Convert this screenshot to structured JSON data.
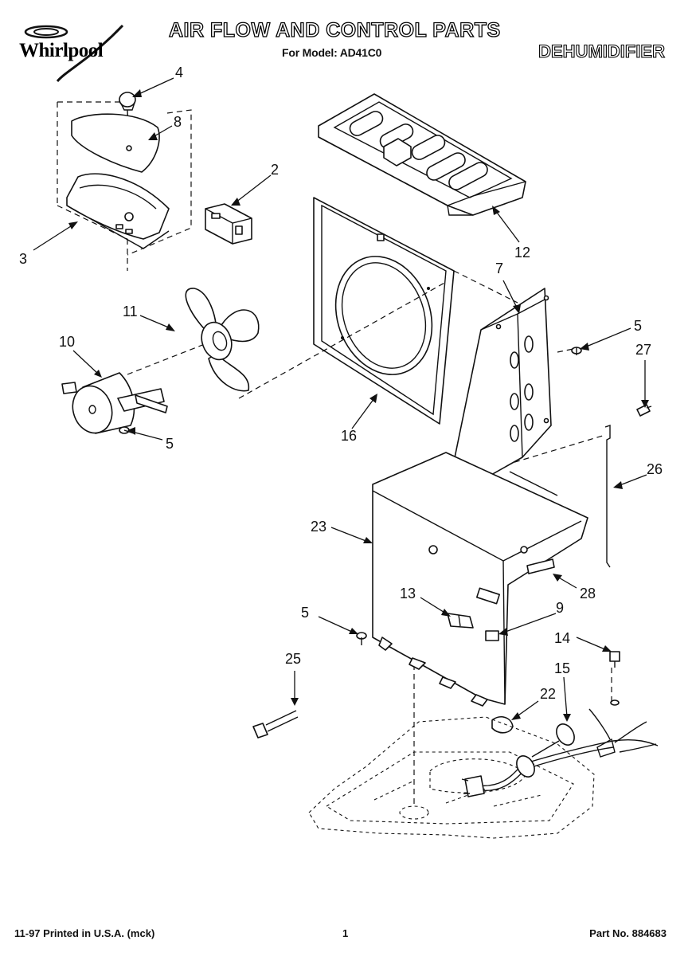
{
  "brand": {
    "name": "Whirlpool",
    "logo_icon": "whirlpool-swirl-logo"
  },
  "header": {
    "title": "AIR FLOW AND CONTROL PARTS",
    "model_line": "For Model: AD41C0",
    "product": "DEHUMIDIFIER"
  },
  "callouts": [
    {
      "id": "c4",
      "label": "4",
      "part": "knob"
    },
    {
      "id": "c8",
      "label": "8",
      "part": "control-panel-cover"
    },
    {
      "id": "c2",
      "label": "2",
      "part": "switch"
    },
    {
      "id": "c3",
      "label": "3",
      "part": "control-panel"
    },
    {
      "id": "c12",
      "label": "12",
      "part": "top-cover"
    },
    {
      "id": "c7",
      "label": "7",
      "part": "bracket"
    },
    {
      "id": "c5a",
      "label": "5",
      "part": "screw"
    },
    {
      "id": "c27",
      "label": "27",
      "part": "screw"
    },
    {
      "id": "c11",
      "label": "11",
      "part": "fan-blade"
    },
    {
      "id": "c10",
      "label": "10",
      "part": "fan-motor"
    },
    {
      "id": "c5b",
      "label": "5",
      "part": "screw"
    },
    {
      "id": "c16",
      "label": "16",
      "part": "fan-shroud"
    },
    {
      "id": "c26",
      "label": "26",
      "part": "wire"
    },
    {
      "id": "c23",
      "label": "23",
      "part": "cabinet"
    },
    {
      "id": "c28",
      "label": "28",
      "part": "label"
    },
    {
      "id": "c13",
      "label": "13",
      "part": "switch-holder"
    },
    {
      "id": "c9",
      "label": "9",
      "part": "clip"
    },
    {
      "id": "c5c",
      "label": "5",
      "part": "screw"
    },
    {
      "id": "c14",
      "label": "14",
      "part": "screw"
    },
    {
      "id": "c25",
      "label": "25",
      "part": "wire-tie"
    },
    {
      "id": "c15",
      "label": "15",
      "part": "power-cord"
    },
    {
      "id": "c22",
      "label": "22",
      "part": "strain-relief"
    }
  ],
  "footer": {
    "printed": "11-97 Printed in U.S.A. (mck)",
    "page": "1",
    "part_no": "Part No. 884683"
  }
}
